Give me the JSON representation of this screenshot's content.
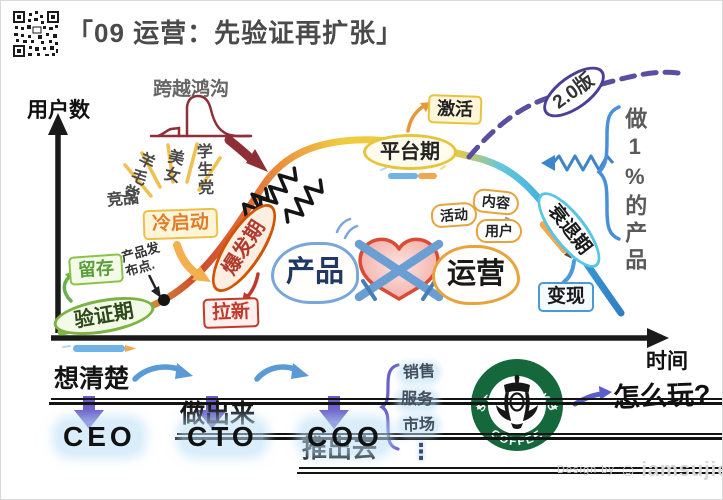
{
  "title": "「09 运营：先验证再扩张」",
  "axes": {
    "y_label": "用户数",
    "x_label": "时间"
  },
  "chasm_label": "跨越鸿沟",
  "cold_start": {
    "label": "冷启动",
    "competitor": "竞品",
    "sources": [
      "羊毛党",
      "美女",
      "学生党"
    ]
  },
  "launch_point": "产品发布点.",
  "stages": {
    "validation": "验证期",
    "explosion": "爆发期",
    "plateau": "平台期",
    "decline": "衰退期",
    "version2": "2.0版"
  },
  "actions": {
    "retention": "留存",
    "acquisition": "拉新",
    "activation": "激活",
    "monetization": "变现"
  },
  "one_percent_product": "做1%的产品",
  "vs": {
    "product": "产品",
    "operation": "运营",
    "bubbles": [
      "活动",
      "内容",
      "用户"
    ]
  },
  "flow": {
    "steps": [
      "想清楚",
      "做出来",
      "推出去"
    ],
    "roles": [
      "CEO",
      "CTO",
      "COO"
    ],
    "coo_items": [
      "销售",
      "服务",
      "市场"
    ],
    "ellipsis": "⋮"
  },
  "logo": {
    "top": "STARBUCKS",
    "bottom": "COFFEE",
    "star": "★",
    "question": "怎么玩?"
  },
  "watermark": {
    "prefix": "Design by",
    "smiley": "☺",
    "name": "iamsujie"
  },
  "colors": {
    "curve_green": "#7db843",
    "curve_red": "#d4502f",
    "curve_yellow": "#eecb3f",
    "curve_blue": "#2e7cc3",
    "purple": "#5b4ea0",
    "starbucks_green": "#14683c"
  }
}
